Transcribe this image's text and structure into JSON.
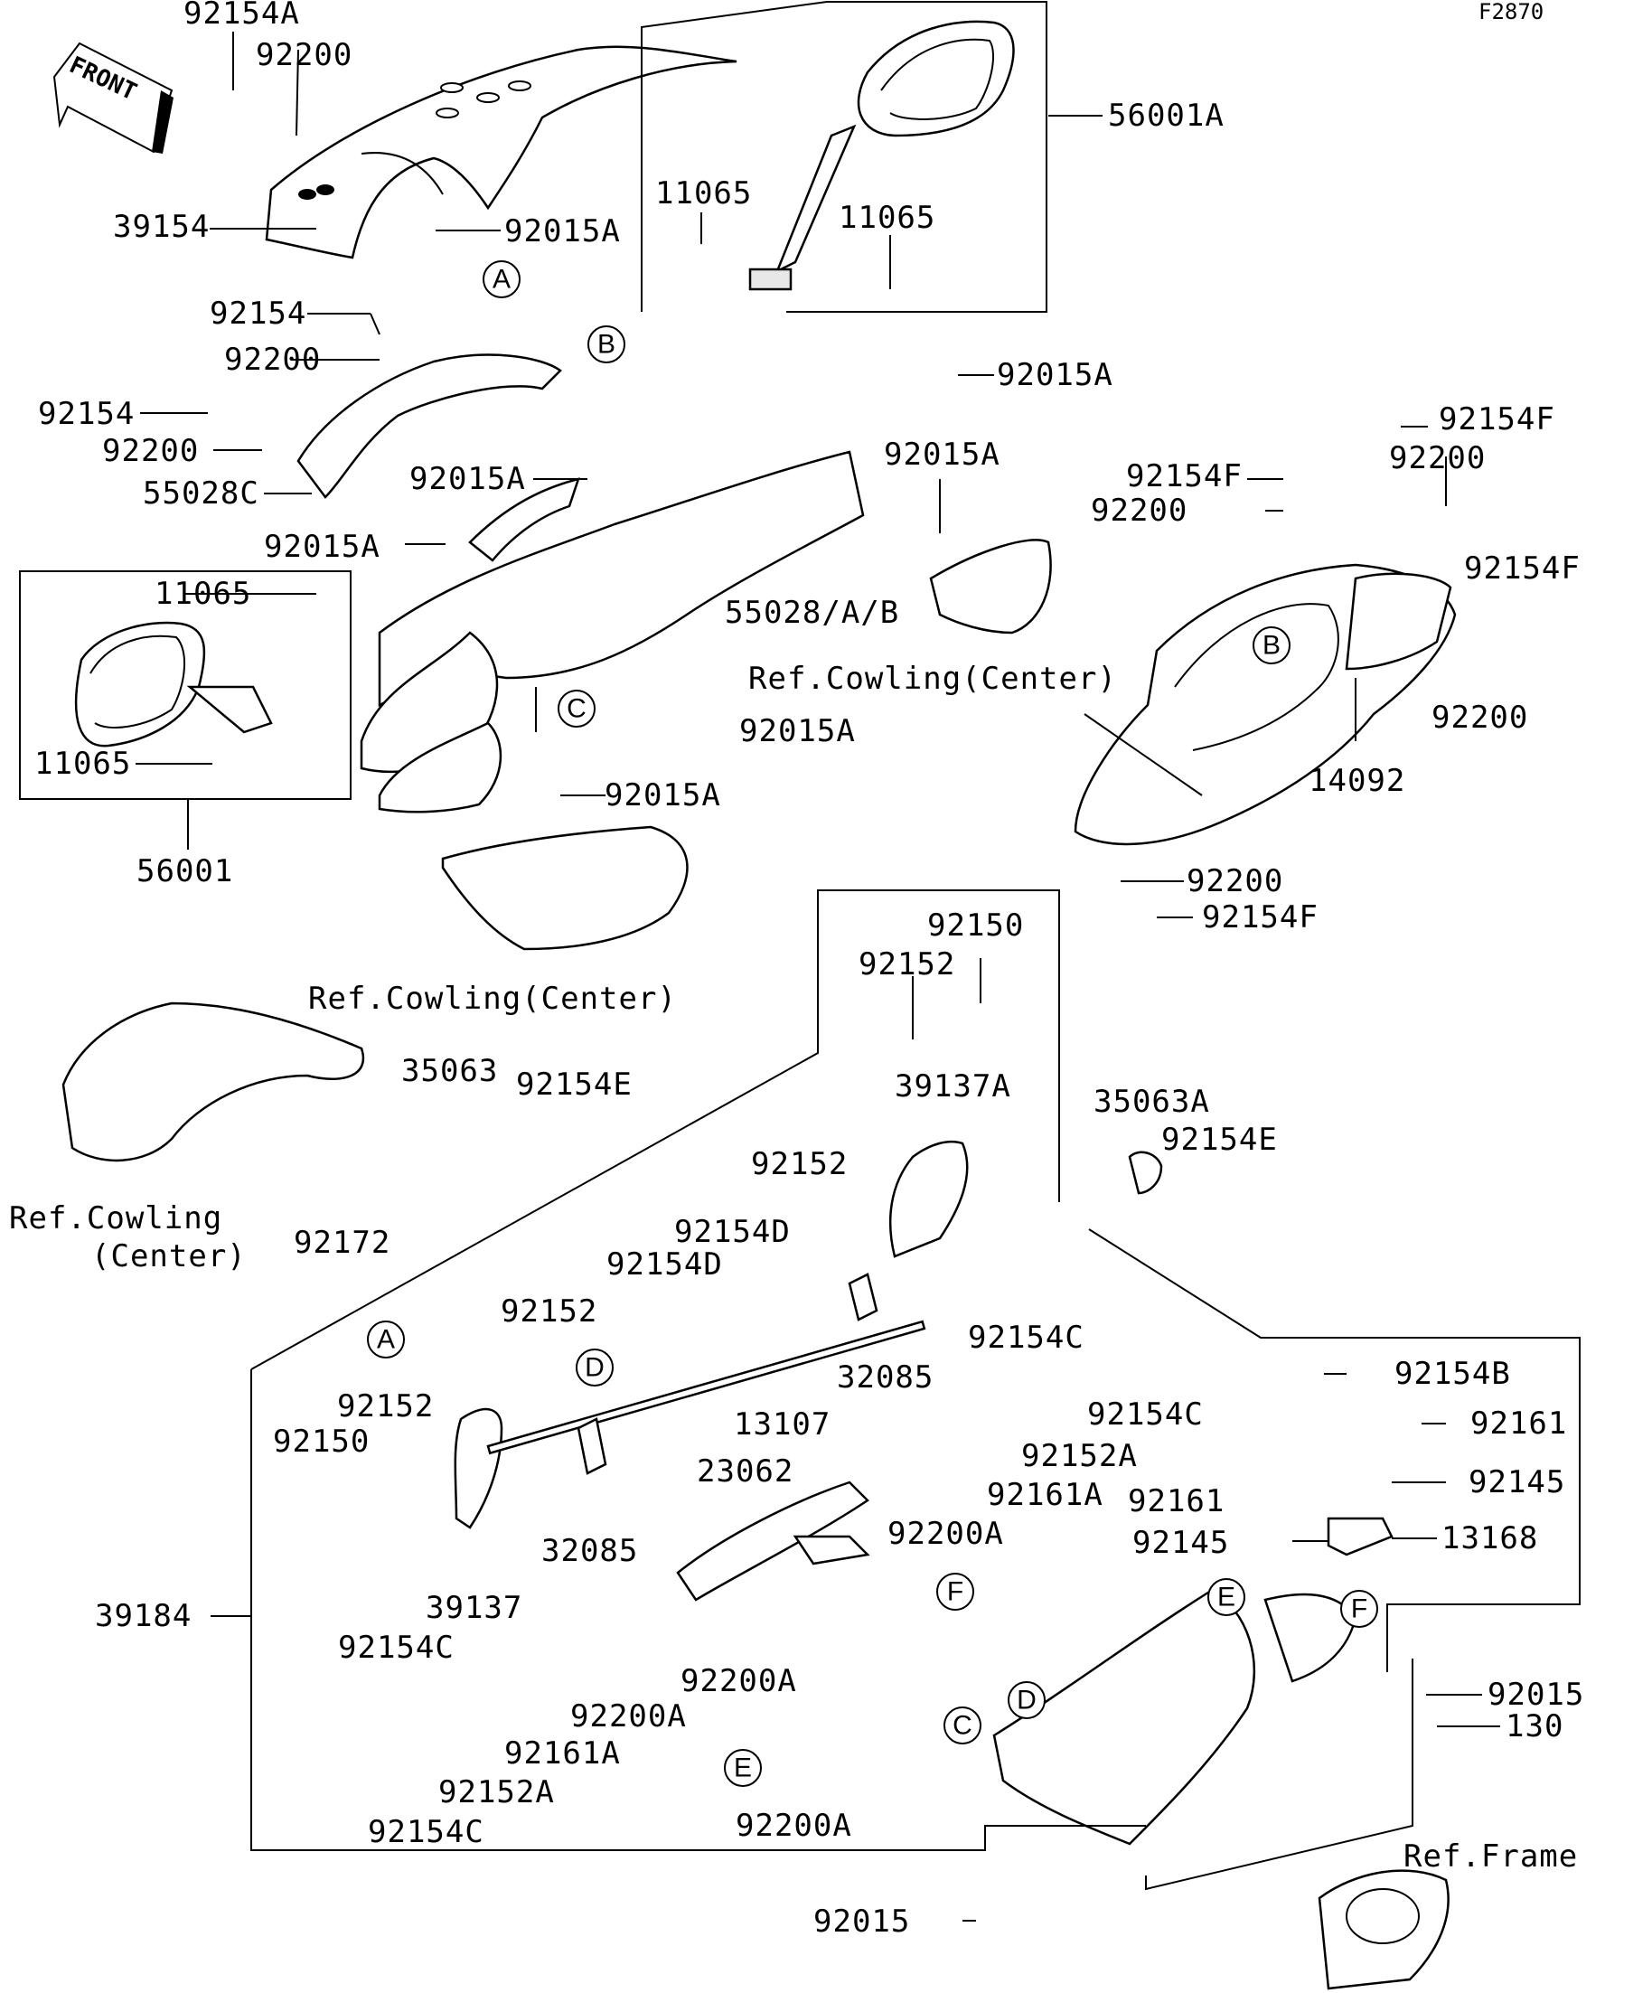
{
  "figure_code": "F2870",
  "front_label": "FRONT",
  "circle_refs": [
    "A",
    "B",
    "C",
    "D",
    "E",
    "F"
  ],
  "part_labels": {
    "p92154A": "92154A",
    "p92200_a": "92200",
    "p39154": "39154",
    "p92015A_a": "92015A",
    "p56001A": "56001A",
    "p11065_a": "11065",
    "p11065_b": "11065",
    "p92154_a": "92154",
    "p92200_b": "92200",
    "p92015A_b": "92015A",
    "p92154_b": "92154",
    "p92200_c": "92200",
    "p55028C": "55028C",
    "p92015A_c": "92015A",
    "p92015A_d": "92015A",
    "p92015A_e": "92015A",
    "p92154F_a": "92154F",
    "p92154F_b": "92154F",
    "p92200_d": "92200",
    "p92200_e": "92200",
    "p92154F_c": "92154F",
    "p11065_c": "11065",
    "p55028AB": "55028/A/B",
    "p92200_f": "92200",
    "p11065_d": "11065",
    "p92015A_f": "92015A",
    "p14092": "14092",
    "p92015A_g": "92015A",
    "p56001": "56001",
    "p92200_g": "92200",
    "p92154F_d": "92154F",
    "p92150_a": "92150",
    "p92152_a": "92152",
    "p35063": "35063",
    "p92154E_a": "92154E",
    "p39137A": "39137A",
    "p35063A": "35063A",
    "p92154E_b": "92154E",
    "p92152_b": "92152",
    "p92172": "92172",
    "p92154D_a": "92154D",
    "p92154D_b": "92154D",
    "p92152_c": "92152",
    "p92154C_a": "92154C",
    "p32085_a": "32085",
    "p92154B": "92154B",
    "p13107": "13107",
    "p92154C_b": "92154C",
    "p92152_d": "92152",
    "p92161_a": "92161",
    "p92150_b": "92150",
    "p92152A_a": "92152A",
    "p23062": "23062",
    "p92145_a": "92145",
    "p92161A_a": "92161A",
    "p92161_b": "92161",
    "p32085_b": "32085",
    "p92200A_a": "92200A",
    "p92145_b": "92145",
    "p13168": "13168",
    "p39137": "39137",
    "p39184": "39184",
    "p92154C_c": "92154C",
    "p92200A_b": "92200A",
    "p92015_a": "92015",
    "p92200A_c": "92200A",
    "p130": "130",
    "p92161A_b": "92161A",
    "p92152A_b": "92152A",
    "p92154C_d": "92154C",
    "p92200A_d": "92200A",
    "p92015_b": "92015"
  },
  "reference_labels": {
    "cowling_center_a": "Ref.Cowling(Center)",
    "cowling_center_b": "Ref.Cowling(Center)",
    "cowling_center_c1": "Ref.Cowling",
    "cowling_center_c2": "(Center)",
    "frame": "Ref.Frame"
  }
}
